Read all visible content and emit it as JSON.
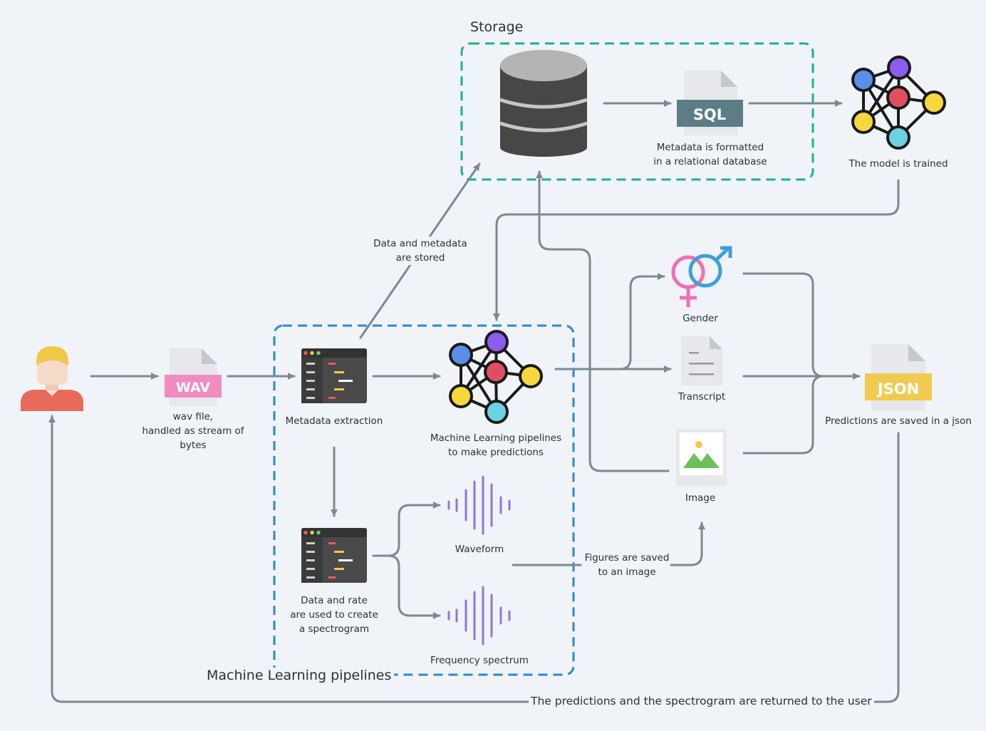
{
  "colors": {
    "background": "#f0f3f7",
    "connector": "#7d8896",
    "storage_border": "#1aaf9b",
    "pipeline_border": "#2f86d4",
    "wav_badge": "#f08cc2",
    "sql_badge": "#5c7d86",
    "json_badge": "#f0cb50",
    "node_blue": "#5a8ee8",
    "node_purple": "#8b5cf0",
    "node_red": "#e04f5f",
    "node_yellow": "#f7d83c",
    "node_cyan": "#6ad3e2",
    "wave": "#8b79d8",
    "gender_female": "#ef6fb3",
    "gender_male": "#3aa0dc"
  },
  "groups": {
    "storage": {
      "title": "Storage"
    },
    "ml_pipelines": {
      "title": "Machine Learning pipelines"
    }
  },
  "nodes": {
    "user": {
      "icon": "user-avatar-icon"
    },
    "wav": {
      "badge": "WAV",
      "label_lines": [
        "wav file,",
        "handled as stream of",
        "bytes"
      ]
    },
    "metadata_extraction": {
      "icon": "code-window-icon",
      "label": "Metadata extraction"
    },
    "ml_predict": {
      "icon": "neural-network-icon",
      "label_lines": [
        "Machine Learning pipelines",
        "to make predictions"
      ]
    },
    "spectrogram": {
      "icon": "code-window-icon",
      "label_lines": [
        "Data and rate",
        "are used to create",
        "a spectrogram"
      ]
    },
    "waveform": {
      "icon": "sound-wave-icon",
      "label": "Waveform"
    },
    "frequency": {
      "icon": "sound-wave-icon",
      "label": "Frequency spectrum"
    },
    "database": {
      "icon": "database-icon"
    },
    "sql": {
      "badge": "SQL",
      "label_lines": [
        "Metadata is formatted",
        "in a relational database"
      ]
    },
    "model": {
      "icon": "neural-network-icon",
      "label": "The model is trained"
    },
    "gender": {
      "icon": "gender-symbol-icon",
      "label": "Gender"
    },
    "transcript": {
      "icon": "document-icon",
      "label": "Transcript"
    },
    "image": {
      "icon": "image-icon",
      "label": "Image"
    },
    "json": {
      "badge": "JSON",
      "label": "Predictions are saved in a json"
    }
  },
  "edge_labels": {
    "stored": [
      "Data and metadata",
      "are stored"
    ],
    "figures": [
      "Figures are saved",
      "to an image"
    ],
    "returned": "The predictions and the spectrogram are returned to the user"
  }
}
